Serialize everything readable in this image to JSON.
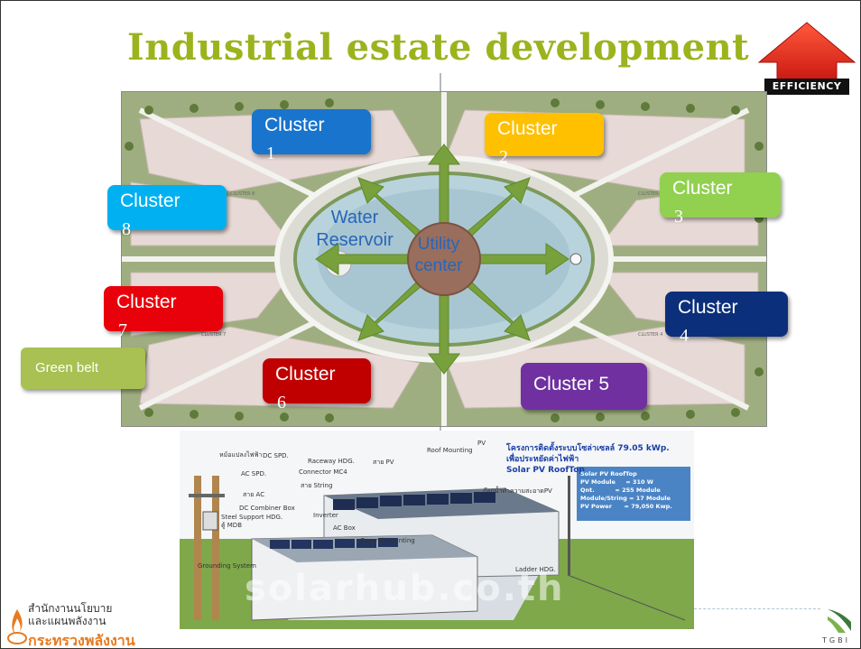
{
  "title": "Industrial estate development",
  "badge": "EFFICIENCY",
  "clusters": [
    {
      "label": "Cluster",
      "num": "1",
      "color": "#1874cd"
    },
    {
      "label": "Cluster",
      "num": "2",
      "color": "#ffc000"
    },
    {
      "label": "Cluster",
      "num": "3",
      "color": "#92d050"
    },
    {
      "label": "Cluster",
      "num": "4",
      "color": "#0b2f7a"
    },
    {
      "label": "Cluster 5",
      "num": "",
      "color": "#7030a0"
    },
    {
      "label": "Cluster",
      "num": "6",
      "color": "#c00000"
    },
    {
      "label": "Cluster",
      "num": "7",
      "color": "#e8000b"
    },
    {
      "label": "Cluster",
      "num": "8",
      "color": "#00b0f0"
    }
  ],
  "green_belt": "Green belt",
  "water_reservoir": "Water Reservoir",
  "utility_center": "Utility center",
  "map_labels": {
    "c8": "CLUSTER 8",
    "c3": "CLUSTER 3",
    "c7": "CLUSTER 7",
    "c4": "CLUSTER 4"
  },
  "pv": {
    "heading1": "โครงการติดตั้งระบบโซล่าเซลล์ 79.05 kWp.",
    "heading2": "เพื่อประหยัดค่าไฟฟ้า",
    "heading3": "Solar PV RoofTop",
    "spec": "Solar PV RoofTop\nPV Module     = 310 W\nQnt.          = 255 Module\nModule/String = 17 Module\nPV Power      = 79,050 Kwp.",
    "labels": {
      "transformer": "หม้อแปลงไฟฟ้า",
      "dc_spd": "DC SPD.",
      "raceway": "Raceway HDG.",
      "connector": "Connector MC4",
      "roof_mounting": "Roof Mounting",
      "pv": "PV",
      "ac_spd": "AC SPD.",
      "sai_pv": "สาย PV",
      "sai_string": "สาย String",
      "sai_ac": "สาย AC",
      "dc_combiner": "DC Combiner Box",
      "inverter": "Inverter",
      "steel_support": "Steel Support HDG.",
      "mdb": "ตู้ MDB",
      "ac_box": "AC Box",
      "ground_mounting": "Ground Mounting",
      "grounding": "Grounding System",
      "clean_kit": "ก๊อกน้ำทำความสะอาดPV",
      "hdg": "Ladder HDG."
    },
    "watermark": "solarhub.co.th"
  },
  "footer": {
    "line1": "สำนักงานนโยบาย",
    "line2": "และแผนพลังงาน",
    "line3": "กระทรวงพลังงาน",
    "tgbi": "TGBI"
  }
}
